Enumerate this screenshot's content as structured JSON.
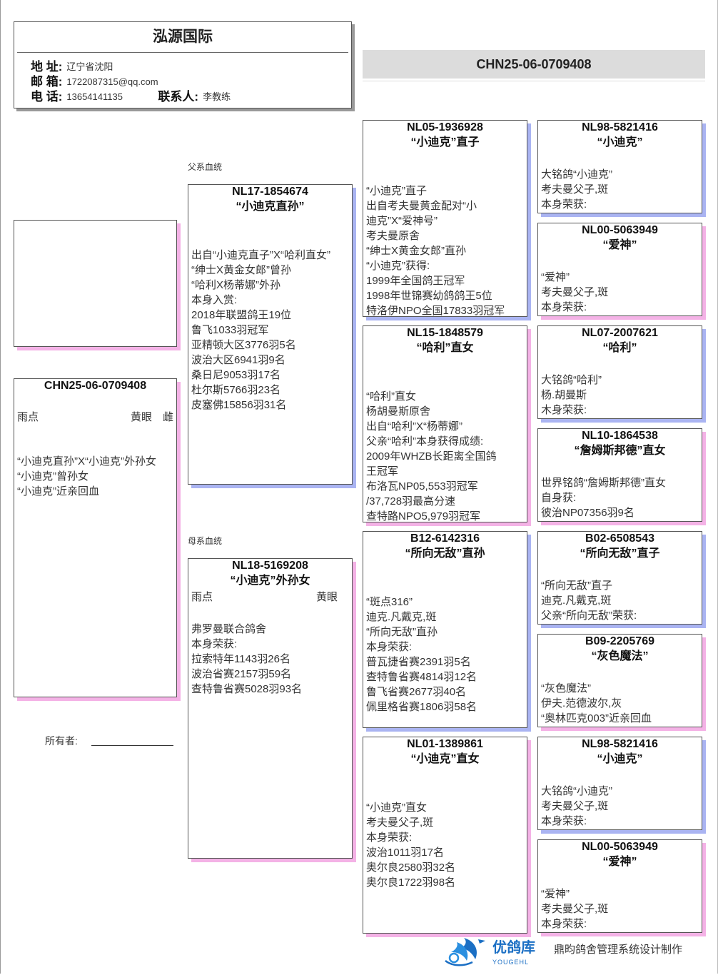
{
  "header": {
    "title": "泓源国际",
    "address_label": "地 址:",
    "address": "辽宁省沈阳",
    "email_label": "邮 箱:",
    "email": "1722087315@qq.com",
    "phone_label": "电 话:",
    "phone": "13654141135",
    "contact_label": "联系人:",
    "contact": "李教练"
  },
  "ring_number": "CHN25-06-0709408",
  "labels": {
    "sire_line": "父系血统",
    "dam_line": "母系血统",
    "owner": "所有者:"
  },
  "colors": {
    "male_shadow": "#aab4f2",
    "female_shadow": "#f4b2e6"
  },
  "subject": {
    "ring": "CHN25-06-0709408",
    "color": "雨点",
    "eye": "黄眼",
    "sex": "雌",
    "lines": [
      "“小迪克直孙”X“小迪克”外孙女",
      "“小迪克”曾孙女",
      "“小迪克”近亲回血"
    ]
  },
  "sire": {
    "ring": "NL17-1854674",
    "name": "“小迪克直孙”",
    "lines": [
      "出自“小迪克直子”X“哈利直女”",
      "“绅士X黄金女郎”曾孙",
      "“哈利X杨蒂娜”外孙",
      "本身入赏:",
      "2018年联盟鸽王19位",
      "鲁飞1033羽冠军",
      "亚精顿大区3776羽5名",
      "波治大区6941羽9名",
      "桑日尼9053羽17名",
      "杜尔斯5766羽23名",
      "皮塞佛15856羽31名"
    ]
  },
  "dam": {
    "ring": "NL18-5169208",
    "name": "“小迪克”外孙女",
    "color": "雨点",
    "eye": "黄眼",
    "lines": [
      "弗罗曼联合鸽舍",
      "本身荣获:",
      "拉索特年1143羽26名",
      "波治省赛2157羽59名",
      "查特鲁省赛5028羽93名"
    ]
  },
  "grandparents": [
    {
      "ring": "NL05-1936928",
      "name": "“小迪克”直子",
      "lines": [
        "“小迪克”直子",
        "出自考夫曼黄金配对“小",
        "迪克”X“爱神号”",
        "考夫曼原舍",
        "“绅士X黄金女郎”直孙",
        "“小迪克”获得:",
        "1999年全国鸽王冠军",
        "1998年世锦赛幼鸽鸽王5位",
        "特洛伊NPO全国17833羽冠军"
      ]
    },
    {
      "ring": "NL15-1848579",
      "name": "“哈利”直女",
      "lines": [
        "“哈利”直女",
        "杨胡曼斯原舍",
        "出自“哈利”X“杨蒂娜”",
        "父亲“哈利”本身获得成绩:",
        "2009年WHZB长距离全国鸽",
        "王冠军",
        "布洛瓦NP05,553羽冠军",
        "/37,728羽最高分速",
        "查特路NPO5,979羽冠军"
      ]
    },
    {
      "ring": "B12-6142316",
      "name": "“所向无敌”直孙",
      "lines": [
        "“斑点316”",
        "迪克.凡戴克,斑",
        "“所向无敌”直孙",
        "本身荣获:",
        "普瓦捷省赛2391羽5名",
        "查特鲁省赛4814羽12名",
        "鲁飞省赛2677羽40名",
        "佩里格省赛1806羽58名"
      ]
    },
    {
      "ring": "NL01-1389861",
      "name": "“小迪克”直女",
      "lines": [
        "“小迪克”直女",
        "考夫曼父子,斑",
        "本身荣获:",
        "波治1011羽17名",
        "奥尔良2580羽32名",
        "奥尔良1722羽98名"
      ]
    }
  ],
  "great_grandparents": [
    {
      "ring": "NL98-5821416",
      "name": "“小迪克”",
      "lines": [
        "大铭鸽“小迪克”",
        "考夫曼父子,斑",
        "本身荣获:"
      ]
    },
    {
      "ring": "NL00-5063949",
      "name": "“爱神”",
      "lines": [
        "“爱神”",
        "考夫曼父子,斑",
        "本身荣获:"
      ]
    },
    {
      "ring": "NL07-2007621",
      "name": "“哈利”",
      "lines": [
        "大铭鸽“哈利”",
        "杨.胡曼斯",
        "木身荣获:"
      ]
    },
    {
      "ring": "NL10-1864538",
      "name": "“詹姆斯邦德”直女",
      "lines": [
        "世界铭鸽“詹姆斯邦德”直女",
        "自身获:",
        "彼治NP07356羽9名"
      ]
    },
    {
      "ring": "B02-6508543",
      "name": "“所向无敌”直子",
      "lines": [
        "“所向无敌”直子",
        "迪克.凡戴克,斑",
        "父亲“所向无敌”荣获:"
      ]
    },
    {
      "ring": "B09-2205769",
      "name": "“灰色魔法”",
      "lines": [
        "“灰色魔法”",
        "伊夫.范德波尔,灰",
        "“奥林匹克003”近亲回血"
      ]
    },
    {
      "ring": "NL98-5821416",
      "name": "“小迪克”",
      "lines": [
        "大铭鸽“小迪克”",
        "考夫曼父子,斑",
        "本身荣获:"
      ]
    },
    {
      "ring": "NL00-5063949",
      "name": "“爱神”",
      "lines": [
        "“爱神”",
        "考夫曼父子,斑",
        "本身荣获:"
      ]
    }
  ],
  "footer": {
    "brand": "优鸽库",
    "brand_en": "YOUGEHL",
    "credit": "鼎昀鸽舍管理系统设计制作"
  }
}
